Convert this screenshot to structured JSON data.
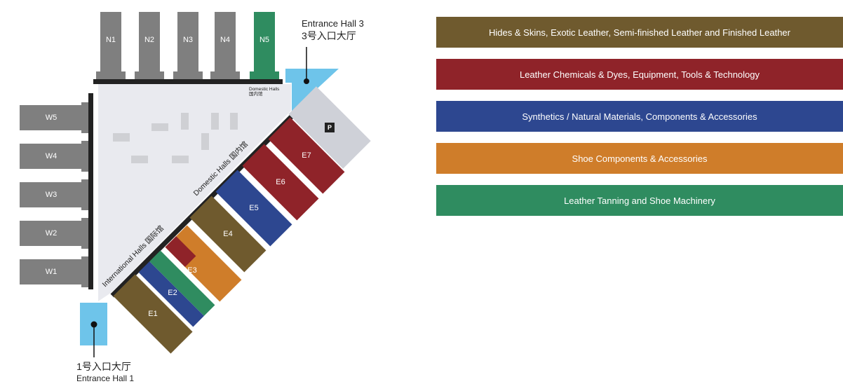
{
  "colors": {
    "brown": "#6f5a2e",
    "red": "#8f2329",
    "blue": "#2d4790",
    "orange": "#cf7d2a",
    "green": "#2f8c60",
    "gray": "#7f7f7f",
    "entrance": "#6ec4ea",
    "plaza": "#e9eaef"
  },
  "north_halls": [
    "N1",
    "N2",
    "N3",
    "N4",
    "N5"
  ],
  "west_halls": [
    "W5",
    "W4",
    "W3",
    "W2",
    "W1"
  ],
  "east_halls": [
    "E1",
    "E2",
    "E3",
    "E4",
    "E5",
    "E6",
    "E7"
  ],
  "parking": "P",
  "labels": {
    "entrance3_en": "Entrance Hall 3",
    "entrance3_cn": "3号入口大厅",
    "entrance1_cn": "1号入口大厅",
    "entrance1_en": "Entrance Hall 1",
    "domestic_small_en": "Domestic Halls",
    "domestic_small_cn": "国内馆",
    "domestic_diag": "Domestic Halls 国内馆",
    "international_diag": "International Halls 国际馆"
  },
  "legend": [
    {
      "label": "Hides & Skins, Exotic Leather, Semi-finished Leather and Finished Leather",
      "color": "#6f5a2e"
    },
    {
      "label": "Leather Chemicals & Dyes, Equipment, Tools & Technology",
      "color": "#8f2329"
    },
    {
      "label": "Synthetics / Natural Materials, Components & Accessories",
      "color": "#2d4790"
    },
    {
      "label": "Shoe Components & Accessories",
      "color": "#cf7d2a"
    },
    {
      "label": "Leather Tanning and Shoe Machinery",
      "color": "#2f8c60"
    }
  ]
}
